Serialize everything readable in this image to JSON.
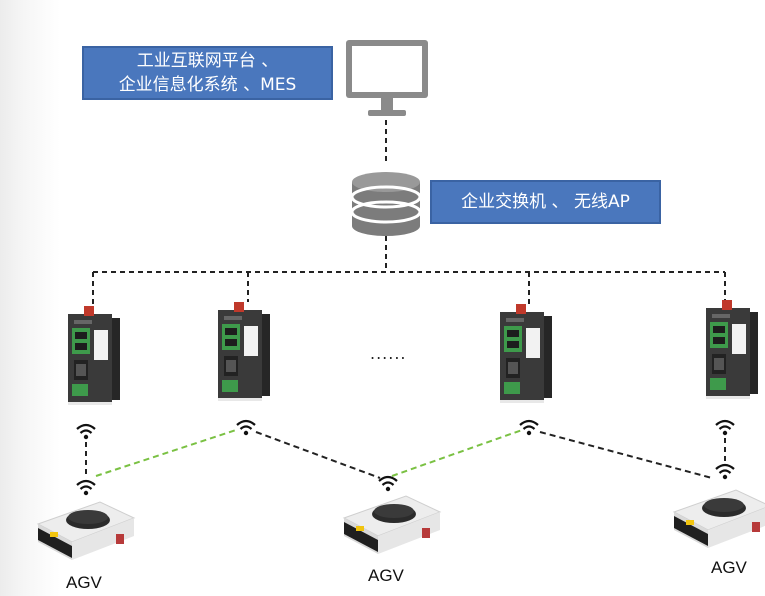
{
  "top_label": {
    "line1": "工业互联网平台 、",
    "line2": "企业信息化系统 、MES"
  },
  "switch_label": "企业交换机 、 无线AP",
  "ellipsis": "......",
  "agv_labels": [
    "AGV",
    "AGV",
    "AGV"
  ],
  "colors": {
    "label_bg": "#4a77bd",
    "wired_link": "#222222",
    "wireless_link": "#7ac143",
    "device_body": "#3d3d3d",
    "device_green": "#3e9a4b"
  },
  "icons": [
    "monitor-icon",
    "server-stack-icon",
    "gateway-device-icon",
    "wifi-icon",
    "agv-robot-icon"
  ]
}
